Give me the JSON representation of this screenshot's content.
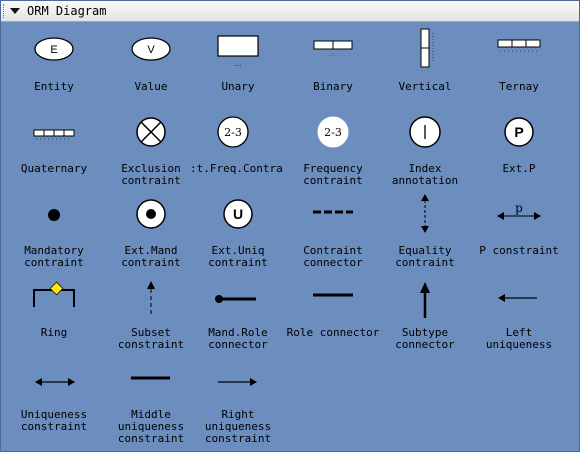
{
  "panel": {
    "title": "ORM Diagram"
  },
  "shapes": [
    {
      "name": "entity",
      "lines": [
        "Entity"
      ],
      "glyph": "E"
    },
    {
      "name": "value",
      "lines": [
        "Value"
      ],
      "glyph": "V"
    },
    {
      "name": "unary",
      "lines": [
        "Unary"
      ],
      "glyph": "..."
    },
    {
      "name": "binary",
      "lines": [
        "Binary"
      ],
      "glyph": ". . . / . . ."
    },
    {
      "name": "vertical",
      "lines": [
        "Vertical"
      ]
    },
    {
      "name": "ternay",
      "lines": [
        "Ternay"
      ]
    },
    {
      "name": "quaternary",
      "lines": [
        "Quaternary"
      ]
    },
    {
      "name": "exclusion",
      "lines": [
        "Exclusion",
        "contraint"
      ]
    },
    {
      "name": "ext-freq",
      "lines": [
        ":t.Freq.Contrair"
      ],
      "glyph": "2-3"
    },
    {
      "name": "frequency",
      "lines": [
        "Frequency",
        "contraint"
      ],
      "glyph": "2-3"
    },
    {
      "name": "index",
      "lines": [
        "Index",
        "annotation"
      ]
    },
    {
      "name": "ext-p",
      "lines": [
        "Ext.P"
      ],
      "glyph": "P"
    },
    {
      "name": "mandatory",
      "lines": [
        "Mandatory",
        "contraint"
      ]
    },
    {
      "name": "ext-mand",
      "lines": [
        "Ext.Mand",
        "contraint"
      ]
    },
    {
      "name": "ext-uniq",
      "lines": [
        "Ext.Uniq",
        "contraint"
      ],
      "glyph": "U"
    },
    {
      "name": "contraint-conn",
      "lines": [
        "Contraint",
        "connector"
      ]
    },
    {
      "name": "equality",
      "lines": [
        "Equality",
        "contraint"
      ]
    },
    {
      "name": "p-constraint",
      "lines": [
        "P constraint"
      ],
      "glyph": "p"
    },
    {
      "name": "ring",
      "lines": [
        "Ring"
      ]
    },
    {
      "name": "subset",
      "lines": [
        "Subset",
        "constraint"
      ]
    },
    {
      "name": "mand-role",
      "lines": [
        "Mand.Role",
        "connector"
      ]
    },
    {
      "name": "role-conn",
      "lines": [
        "Role connector"
      ]
    },
    {
      "name": "subtype",
      "lines": [
        "Subtype",
        "connector"
      ]
    },
    {
      "name": "left-uniq",
      "lines": [
        "Left",
        "uniqueness"
      ]
    },
    {
      "name": "uniqueness",
      "lines": [
        "Uniqueness",
        "constraint"
      ]
    },
    {
      "name": "middle-uniq",
      "lines": [
        "Middle",
        "uniqueness",
        "constraint"
      ]
    },
    {
      "name": "right-uniq",
      "lines": [
        "Right",
        "uniqueness",
        "constraint"
      ]
    }
  ],
  "colors": {
    "panel_bg": "#6c8ebf",
    "ring_marker": "#ffe800",
    "stroke": "#000000",
    "fill": "#ffffff"
  }
}
